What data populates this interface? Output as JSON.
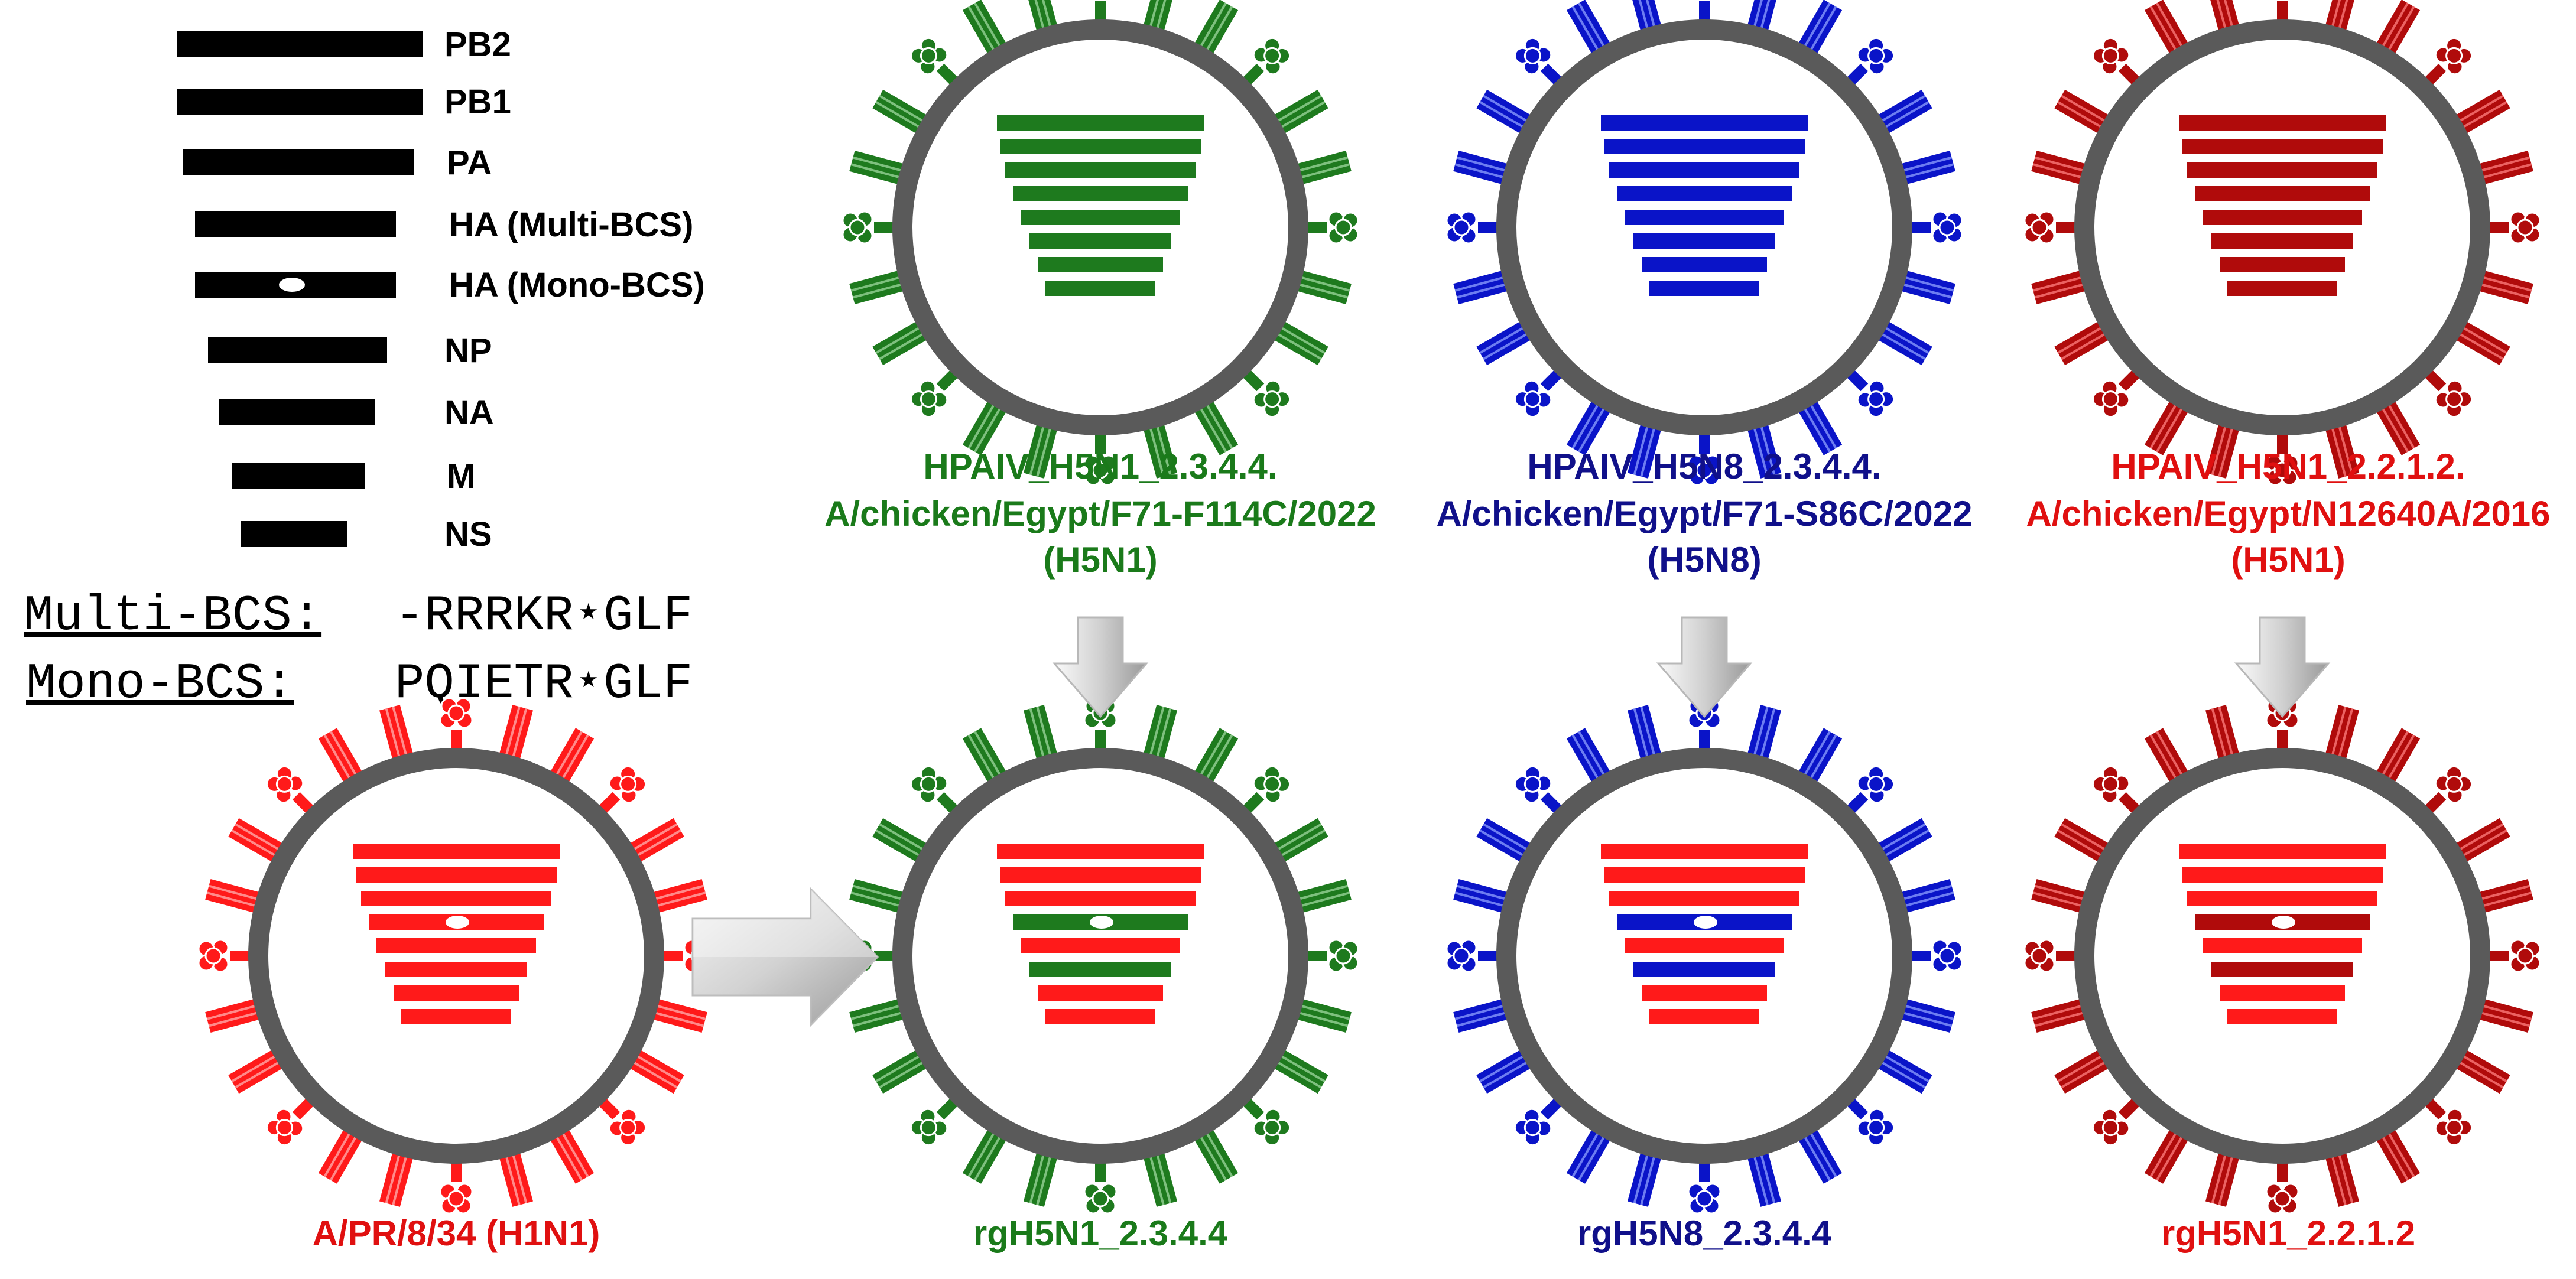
{
  "colors": {
    "green": "#1e7a1e",
    "green_text": "#1a7a1a",
    "blue": "#0a14c8",
    "blue_text": "#10108a",
    "red": "#ff1a1a",
    "darkred": "#b00b0b",
    "red_text": "#e01010",
    "shell": "#5a5a5a",
    "black": "#000000"
  },
  "segments": [
    "PB2",
    "PB1",
    "PA",
    "HA (Multi-BCS)",
    "HA (Mono-BCS)",
    "NP",
    "NA",
    "M",
    "NS"
  ],
  "bcs": {
    "multi_label": "Multi-BCS:",
    "multi_seq": "-RRRKR⋆GLF",
    "mono_label": "Mono-BCS:",
    "mono_seq": "PQIETR⋆GLF"
  },
  "viruses": {
    "green_parent": {
      "line1": "HPAIV_H5N1_2.3.4.4.",
      "line2": "A/chicken/Egypt/F71-F114C/2022",
      "line3": "(H5N1)",
      "segment_colors": [
        "green",
        "green",
        "green",
        "green",
        "green",
        "green",
        "green",
        "green"
      ]
    },
    "blue_parent": {
      "line1": "HPAIV_H5N8_2.3.4.4.",
      "line2": "A/chicken/Egypt/F71-S86C/2022",
      "line3": "(H5N8)",
      "segment_colors": [
        "blue",
        "blue",
        "blue",
        "blue",
        "blue",
        "blue",
        "blue",
        "blue"
      ]
    },
    "red_parent": {
      "line1": "HPAIV_H5N1_2.2.1.2.",
      "line2": "A/chicken/Egypt/N12640A/2016",
      "line3": "(H5N1)",
      "segment_colors": [
        "darkred",
        "darkred",
        "darkred",
        "darkred",
        "darkred",
        "darkred",
        "darkred",
        "darkred"
      ]
    },
    "pr8": {
      "label": "A/PR/8/34 (H1N1)",
      "segment_colors": [
        "red",
        "red",
        "red",
        "red",
        "red",
        "red",
        "red",
        "red"
      ]
    },
    "rg_green": {
      "label": "rgH5N1_2.3.4.4",
      "segment_colors": [
        "red",
        "red",
        "red",
        "green",
        "red",
        "green",
        "red",
        "red"
      ]
    },
    "rg_blue": {
      "label": "rgH5N8_2.3.4.4",
      "segment_colors": [
        "red",
        "red",
        "red",
        "blue",
        "red",
        "blue",
        "red",
        "red"
      ]
    },
    "rg_red": {
      "label": "rgH5N1_2.2.1.2",
      "segment_colors": [
        "red",
        "red",
        "red",
        "darkred",
        "red",
        "darkred",
        "red",
        "red"
      ]
    }
  }
}
